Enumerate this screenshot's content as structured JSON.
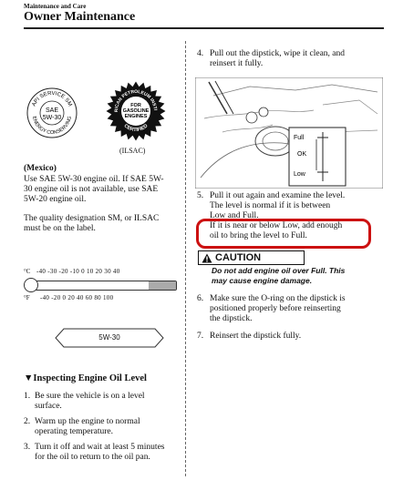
{
  "header": {
    "section": "Maintenance and Care",
    "title": "Owner Maintenance"
  },
  "left": {
    "api_seal": {
      "top_arc": "API SERVICE SM",
      "bottom_arc": "ENERGY CONSERVING",
      "center_line1": "SAE",
      "center_line2": "5W-30"
    },
    "ilsac_seal": {
      "ring_text": "AMERICAN PETROLEUM INSTITUTE",
      "center_line1": "FOR",
      "center_line2": "GASOLINE",
      "center_line3": "ENGINES",
      "bottom_text": "CERTIFIED",
      "caption": "(ILSAC)"
    },
    "mexico_heading": "(Mexico)",
    "mexico_lines": [
      "Use SAE 5W-30 engine oil. If SAE 5W-",
      "30 engine oil is not available, use SAE",
      "5W-20 engine oil."
    ],
    "quality_lines": [
      "The quality designation SM, or ILSAC",
      "must be on the label."
    ],
    "thermometer": {
      "celsius_unit": "°C",
      "celsius_ticks": "-40  -30  -20  -10   0   10   20   30   40",
      "fahrenheit_unit": "°F",
      "fahrenheit_ticks": "-40  -20   0   20   40   60   80  100"
    },
    "oil_banner": "5W-30",
    "inspect_heading": "▼Inspecting Engine Oil Level",
    "steps": [
      {
        "num": "1.",
        "lines": [
          "Be sure the vehicle is on a level",
          "surface."
        ]
      },
      {
        "num": "2.",
        "lines": [
          "Warm up the engine to normal",
          "operating temperature."
        ]
      },
      {
        "num": "3.",
        "lines": [
          "Turn it off and wait at least 5 minutes",
          "for the oil to return to the oil pan."
        ]
      }
    ]
  },
  "right": {
    "step4": {
      "num": "4.",
      "lines": [
        "Pull out the dipstick, wipe it clean, and",
        "reinsert it fully."
      ]
    },
    "dipstick_labels": {
      "full": "Full",
      "ok": "OK",
      "low": "Low"
    },
    "step5": {
      "num": "5.",
      "lines": [
        "Pull it out again and examine the level.",
        "The level is normal if it is between",
        "Low and Full."
      ]
    },
    "highlight_lines": [
      "If it is near or below Low, add enough",
      "oil to bring the level to Full."
    ],
    "caution_word": "CAUTION",
    "caution_lines": [
      "Do not add engine oil over Full. This",
      "may cause engine damage."
    ],
    "step6": {
      "num": "6.",
      "lines": [
        "Make sure the O-ring on the dipstick is",
        "positioned properly before reinserting",
        "the dipstick."
      ]
    },
    "step7": {
      "num": "7.",
      "lines": [
        "Reinsert the dipstick fully."
      ]
    }
  }
}
